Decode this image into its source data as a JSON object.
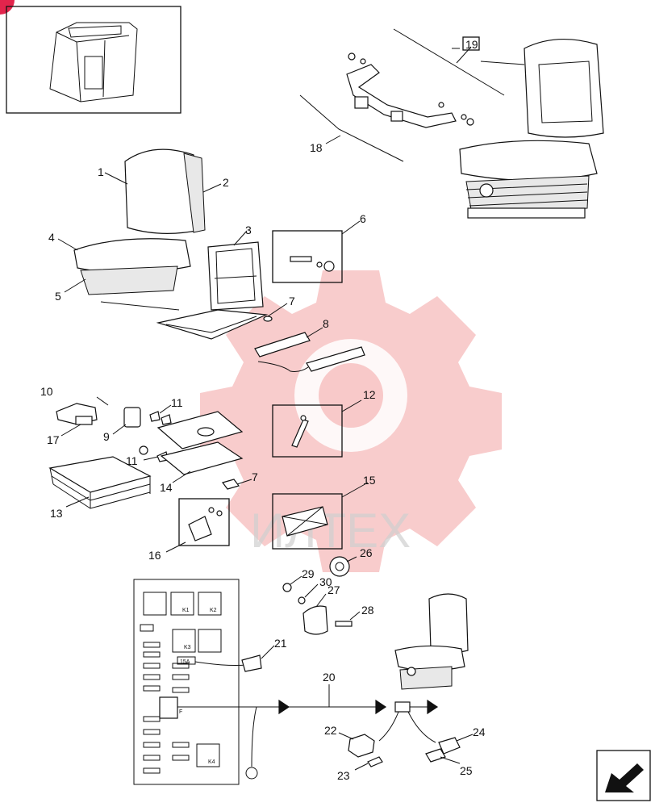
{
  "watermark": {
    "text": "ИЛТЕХ",
    "color": "#f3a3a3"
  },
  "corner_badge": {
    "color": "#e2244c"
  },
  "callouts": [
    {
      "id": "c1",
      "text": "1"
    },
    {
      "id": "c2",
      "text": "2"
    },
    {
      "id": "c3",
      "text": "3"
    },
    {
      "id": "c4",
      "text": "4"
    },
    {
      "id": "c5",
      "text": "5"
    },
    {
      "id": "c6",
      "text": "6"
    },
    {
      "id": "c7a",
      "text": "7"
    },
    {
      "id": "c7b",
      "text": "7"
    },
    {
      "id": "c8",
      "text": "8"
    },
    {
      "id": "c9",
      "text": "9"
    },
    {
      "id": "c10",
      "text": "10"
    },
    {
      "id": "c11a",
      "text": "11"
    },
    {
      "id": "c11b",
      "text": "11"
    },
    {
      "id": "c12",
      "text": "12"
    },
    {
      "id": "c13",
      "text": "13"
    },
    {
      "id": "c14",
      "text": "14"
    },
    {
      "id": "c15",
      "text": "15"
    },
    {
      "id": "c16",
      "text": "16"
    },
    {
      "id": "c17",
      "text": "17"
    },
    {
      "id": "c18",
      "text": "18"
    },
    {
      "id": "c19",
      "text": "19"
    },
    {
      "id": "c20",
      "text": "20"
    },
    {
      "id": "c21",
      "text": "21"
    },
    {
      "id": "c22",
      "text": "22"
    },
    {
      "id": "c23",
      "text": "23"
    },
    {
      "id": "c24",
      "text": "24"
    },
    {
      "id": "c25",
      "text": "25"
    },
    {
      "id": "c26",
      "text": "26"
    },
    {
      "id": "c27",
      "text": "27"
    },
    {
      "id": "c28",
      "text": "28"
    },
    {
      "id": "c29",
      "text": "29"
    },
    {
      "id": "c30",
      "text": "30"
    }
  ],
  "fuse_panel": {
    "fuse_label": "15A",
    "relay_labels": [
      "K1",
      "K2",
      "K3",
      "K4"
    ],
    "connector_label": "F"
  }
}
